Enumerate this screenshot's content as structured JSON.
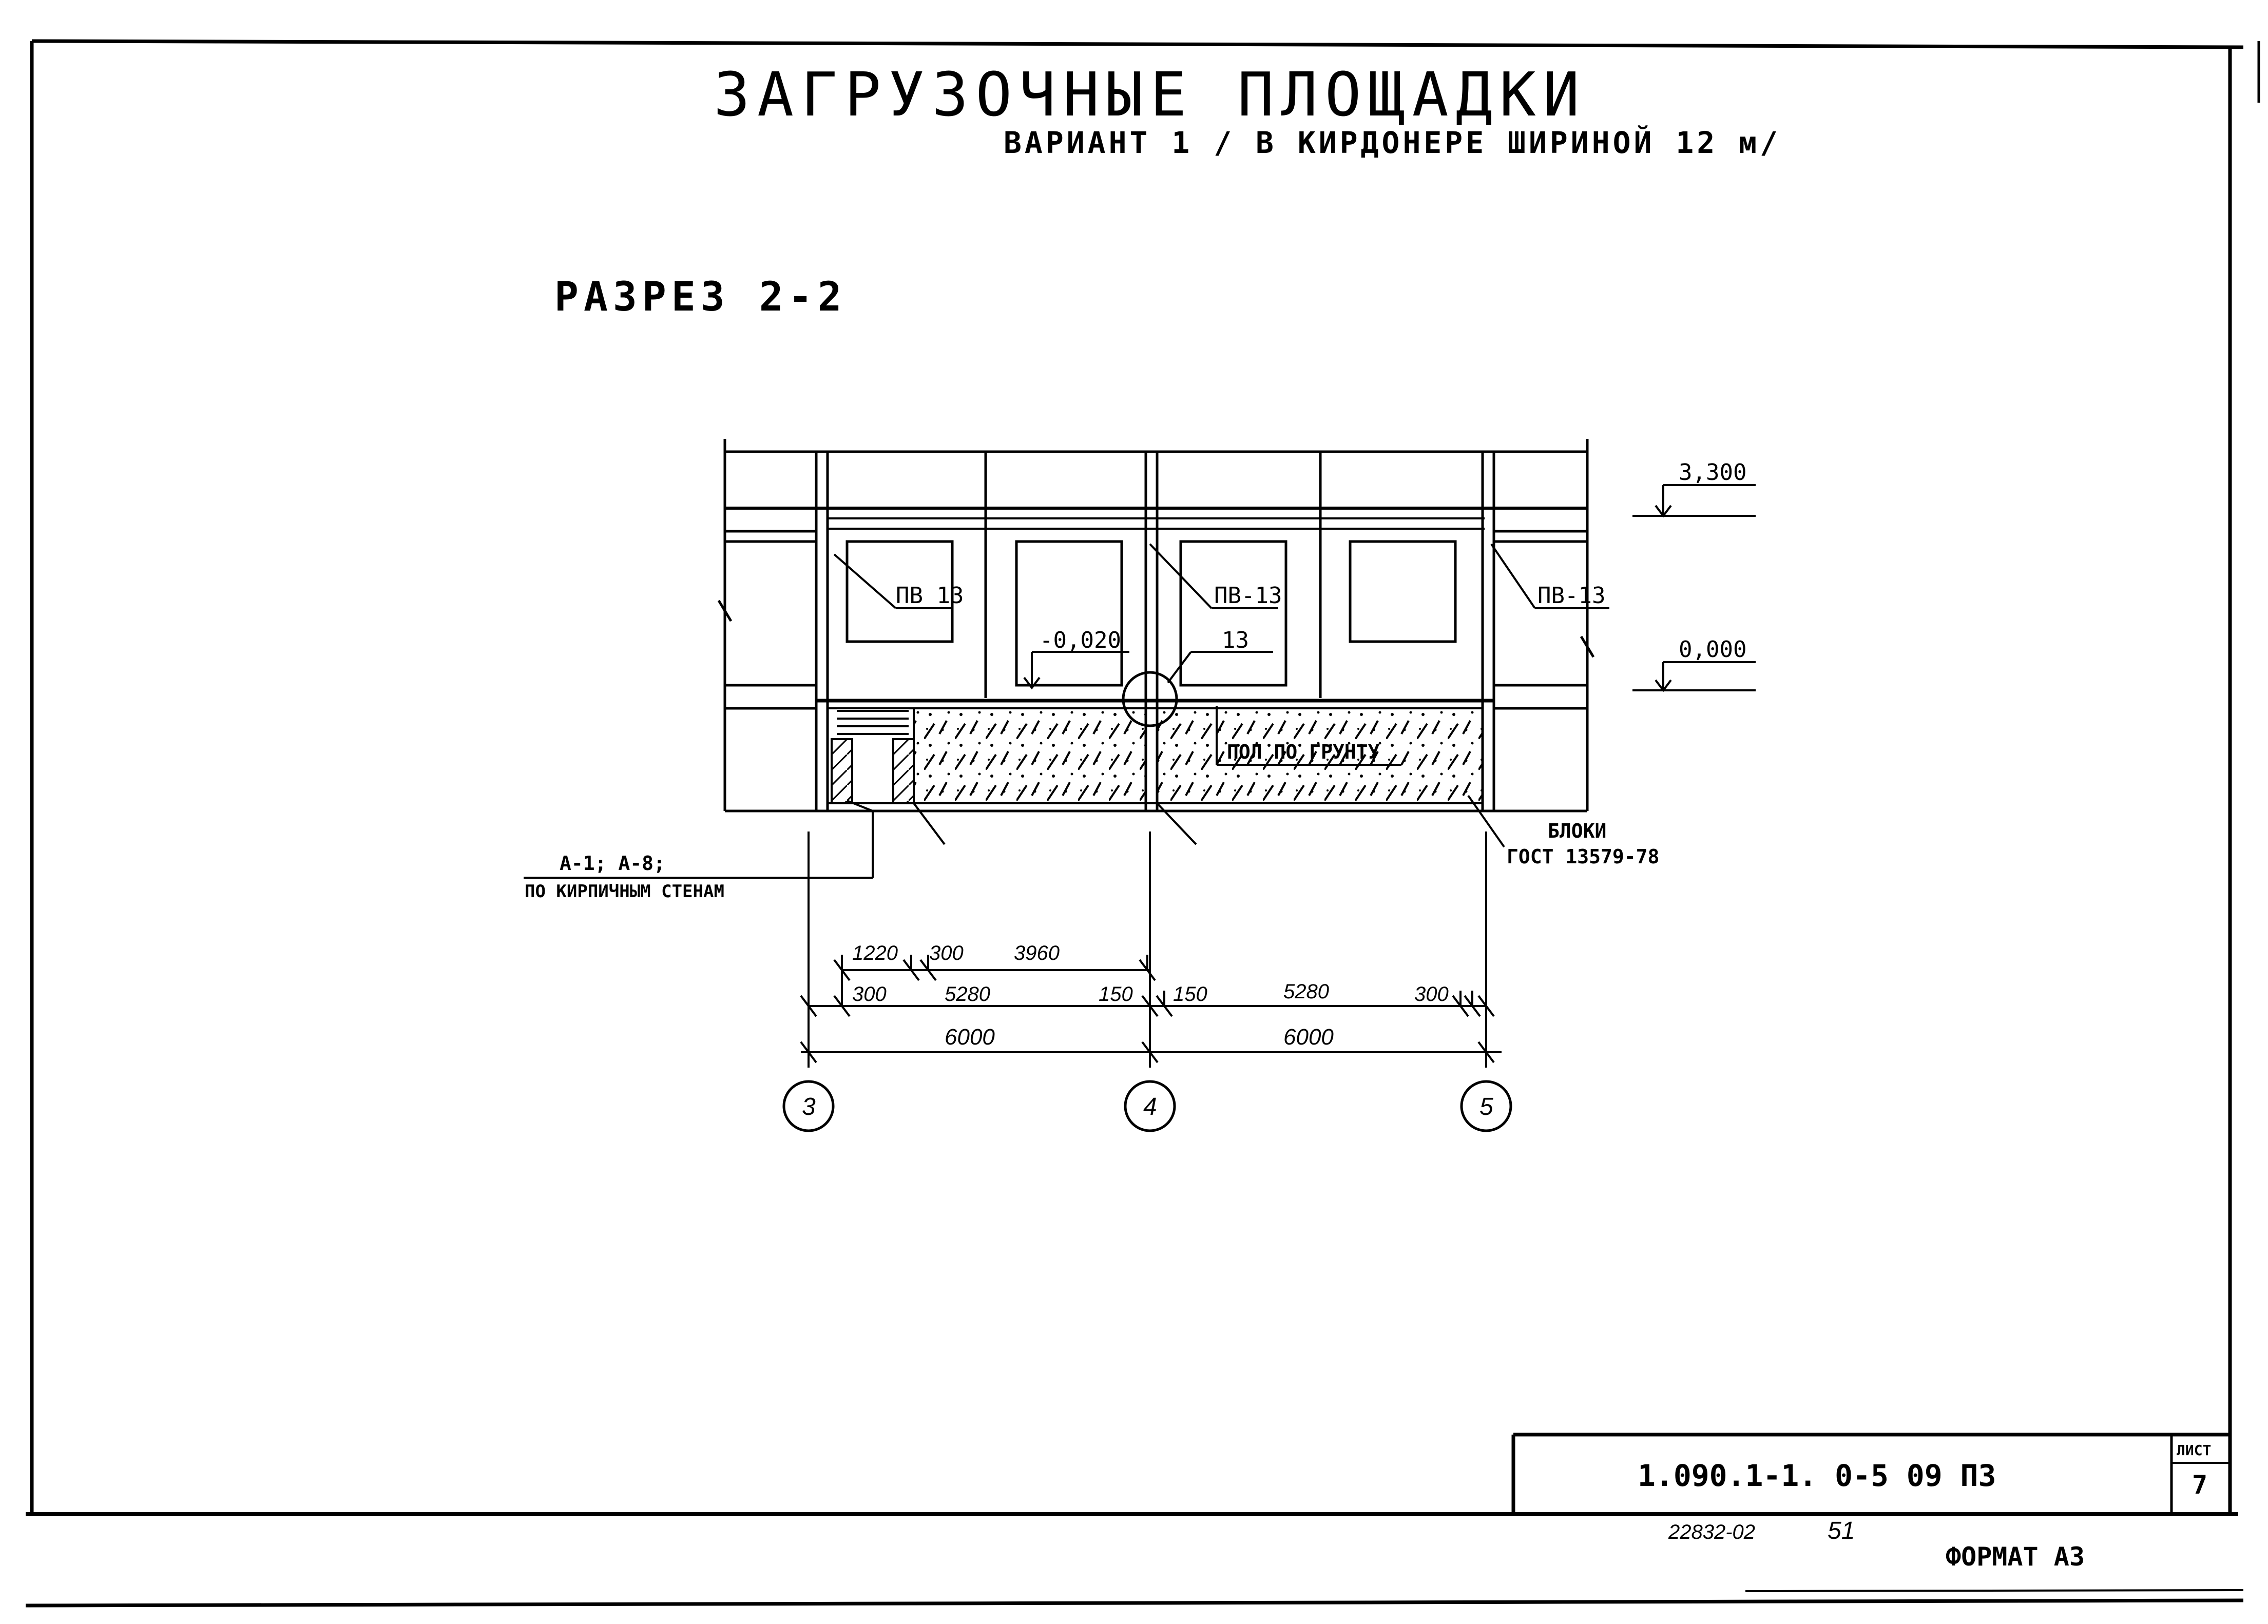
{
  "header": {
    "title": "ЗАГРУЗОЧНЫЕ ПЛОЩАДКИ",
    "subtitle": "ВАРИАНТ 1 / В КИРДОНЕРЕ ШИРИНОЙ 12 м/"
  },
  "section": {
    "label": "РАЗРЕЗ 2-2"
  },
  "drawing": {
    "elevations": [
      "3,300",
      "0,000"
    ],
    "floor_level": "-0,020",
    "callout_number": "13",
    "panel_labels": [
      "ПВ 13",
      "ПВ-13",
      "ПВ-13"
    ],
    "floor_note": "ПОЛ ПО ГРУНТУ",
    "blocks_note_1": "БЛОКИ",
    "blocks_note_2": "ГОСТ 13579-78",
    "wall_note_1": "А-1; А-8;",
    "wall_note_2": "ПО КИРПИЧНЫМ СТЕНАМ",
    "dims_row1": [
      "1220",
      "300",
      "3960"
    ],
    "dims_row2": [
      "300",
      "5280",
      "150",
      "150",
      "5280",
      "300"
    ],
    "dims_row3": [
      "6000",
      "6000"
    ],
    "axes": [
      "3",
      "4",
      "5"
    ]
  },
  "title_block": {
    "code": "1.090.1-1. 0-5 09 ПЗ",
    "sheet_label": "ЛИСТ",
    "sheet_number": "7"
  },
  "footer": {
    "inventory": "22832-02",
    "page": "51",
    "format": "ФОРМАТ А3"
  }
}
